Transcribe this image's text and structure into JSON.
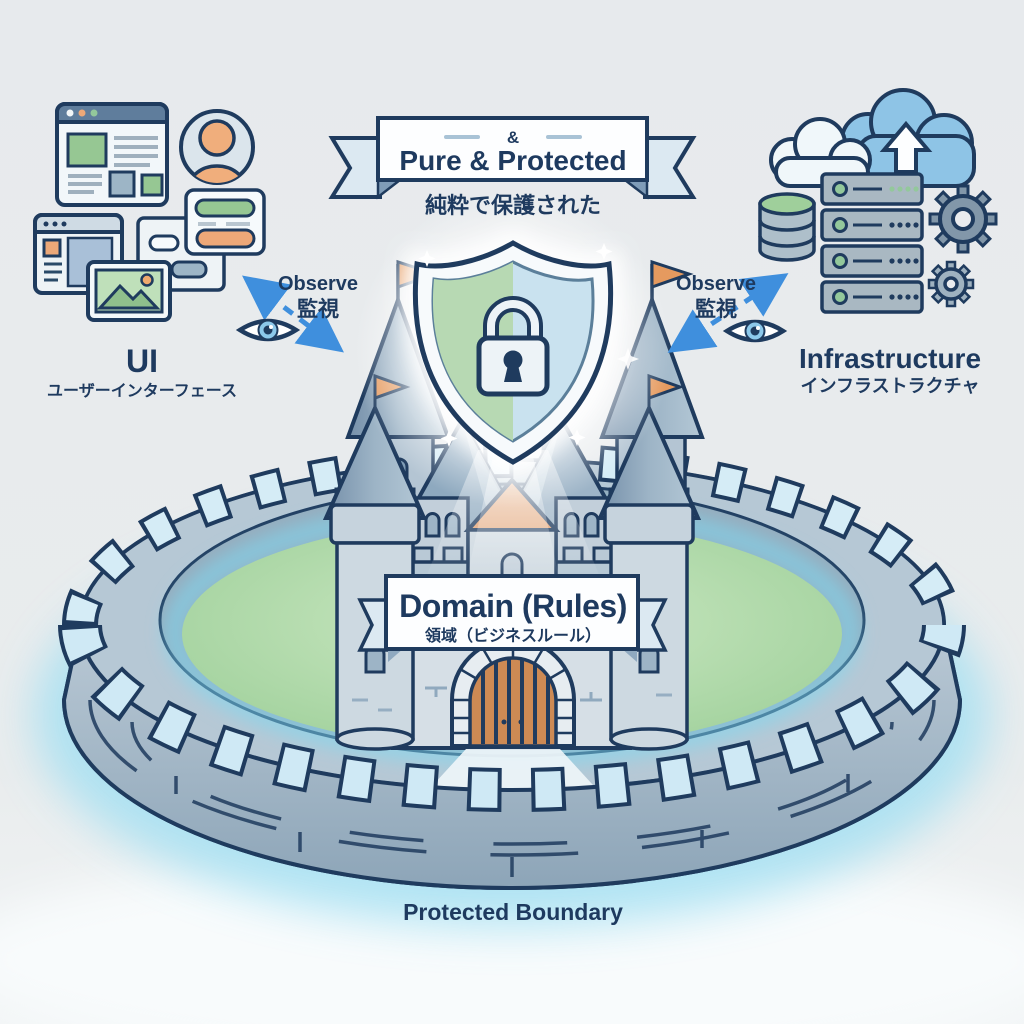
{
  "banner": {
    "amp": "&",
    "title": "Pure & Protected",
    "subtitle_ja": "純粋で保護された"
  },
  "ui_cluster": {
    "label": "UI",
    "label_ja": "ユーザーインターフェース",
    "icons": [
      "browser-window-icon",
      "avatar-icon",
      "chat-card-icon",
      "app-window-icon",
      "form-card-icon",
      "image-thumbnail-icon"
    ]
  },
  "infra_cluster": {
    "label": "Infrastructure",
    "label_ja": "インフラストラクチャ",
    "icons": [
      "cloud-icon",
      "upload-cloud-icon",
      "database-icon",
      "server-rack-icon",
      "gear-icon-large",
      "gear-icon-small"
    ]
  },
  "observe_left": {
    "label": "Observe",
    "label_ja": "監視"
  },
  "observe_right": {
    "label": "Observe",
    "label_ja": "監視"
  },
  "domain_banner": {
    "title": "Domain (Rules)",
    "subtitle_ja": "領域（ビジネスルール）"
  },
  "footer": {
    "label": "Protected Boundary"
  },
  "colors": {
    "outline_navy": "#1f3b5e",
    "text_navy": "#1e3a5f",
    "arrow_blue": "#3f8fdd",
    "shield_green": "#b7d9b3",
    "shield_blue": "#c9e2ef",
    "glow_cyan": "#8fdcf2",
    "grass_green": "#a8d3a3",
    "stone_blue": "#a7bac8",
    "roof_orange": "#e2a375",
    "wood_orange": "#cd8a54",
    "accent_green": "#96c793",
    "accent_orange": "#eda878"
  }
}
